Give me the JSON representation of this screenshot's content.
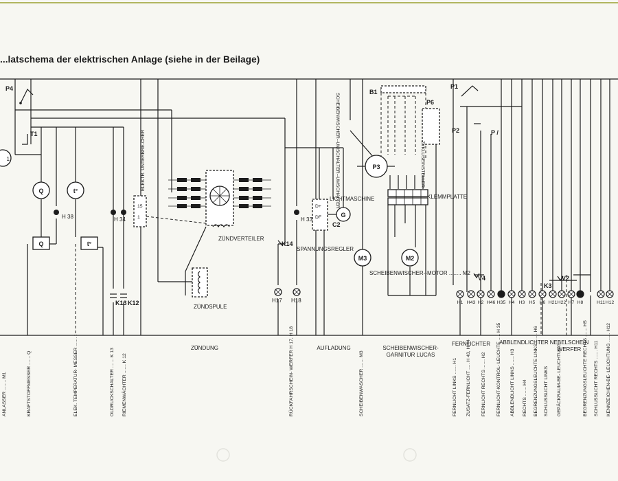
{
  "title": "...latschema der elektrischen Anlage (siehe in der Beilage)",
  "components": {
    "p4": "P4",
    "t1": "T1",
    "q_gauge": "Q",
    "q_sender": "Q",
    "t_gauge": "t°",
    "t_sender": "t°",
    "h38": "H 38",
    "h34": "H 34",
    "k13": "K13",
    "k12": "K12",
    "unterbrecher": "ELEKTR. UNTERBRE-CHER",
    "zuendverteiler": "ZÜNDVERTEILER",
    "zuendspule": "ZÜNDSPULE",
    "h33": "H 33",
    "k14": "K14",
    "h17": "H17",
    "h18": "H18",
    "lichtmaschine": "LICHTMASCHINE",
    "g": "G",
    "c2": "C2",
    "spannungsregler": "SPANNUNGSREGLER",
    "m3": "M3",
    "b1": "B1",
    "p3": "P3",
    "p6": "P6",
    "scheibenwischer_umschalter": "SCHEIBENWISCHER--UMSCHALTER--UMSCHALTER",
    "zykluseinsteller": "ZYKLUSEINSTELLER",
    "klemmplatte": "KLEMMPLATTE",
    "m2": "M2",
    "scheibenwischer_motor": "SCHEIBENWISCHER--MOTOR ........ M2",
    "p1": "P1",
    "p2": "P2",
    "pslash": "P /",
    "v4": "V4",
    "v2": "V2",
    "k3": "K3"
  },
  "lamp_labels": [
    "H1",
    "H43",
    "H2",
    "H46",
    "H35",
    "H4",
    "H3",
    "H5",
    "H6",
    "H21",
    "H22",
    "H7",
    "H8",
    "H11",
    "H12"
  ],
  "section_labels": [
    {
      "id": "zuendung",
      "label": "ZÜNDUNG"
    },
    {
      "id": "aufladung",
      "label": "AUFLADUNG"
    },
    {
      "id": "wischer",
      "label": "SCHEIBENWISCHER-\nGARNITUR LUCAS"
    },
    {
      "id": "fernlichter",
      "label": "FERNLICHTER"
    },
    {
      "id": "abblendlichter",
      "label": "ABBLENDLICHTER"
    },
    {
      "id": "nebelschein",
      "label": "NEBELSCHEIN\nWERFER"
    }
  ],
  "legend": [
    "ANLASSER ........ M1",
    "KRAFTSTOFFMESSER ....... Q",
    "ELEK. TEMPERATUR- MESSER ....... t",
    "OLDRUCKSCHALTER ....... K 13",
    "RIEMENWÄCHTER ....... K 12",
    "RÜCKFAHRSCHEIN- WERFER H 17, H 18",
    "SCHEIBENWASCHER ....... M3",
    "FERNLICHT LINKS ....... H1",
    "ZUSATZ-FERNLICHT ..... H 43, H 44",
    "FERNLICHT RECHTS ....... H2",
    "FERNLICHT-KONTROL- LEUCHTE ..... H 35",
    "ABBLENDLICHT LINKS ....... H3",
    "RECHTS ....... H4",
    "BEGRENZUNGSLEUCHTE LINKS ....... H6",
    "SCHLUSSLICHT LINKS",
    "GEPÄCKRAUM-BE- LEUCHTUNG",
    "BEGRENZUNGSLEUCHTE RECHTS ....... H5",
    "SCHLUSSLICHT RECHTS ....... H11",
    "KENNZEICHEN-BE- LEUCHTUNG ....... H12"
  ]
}
